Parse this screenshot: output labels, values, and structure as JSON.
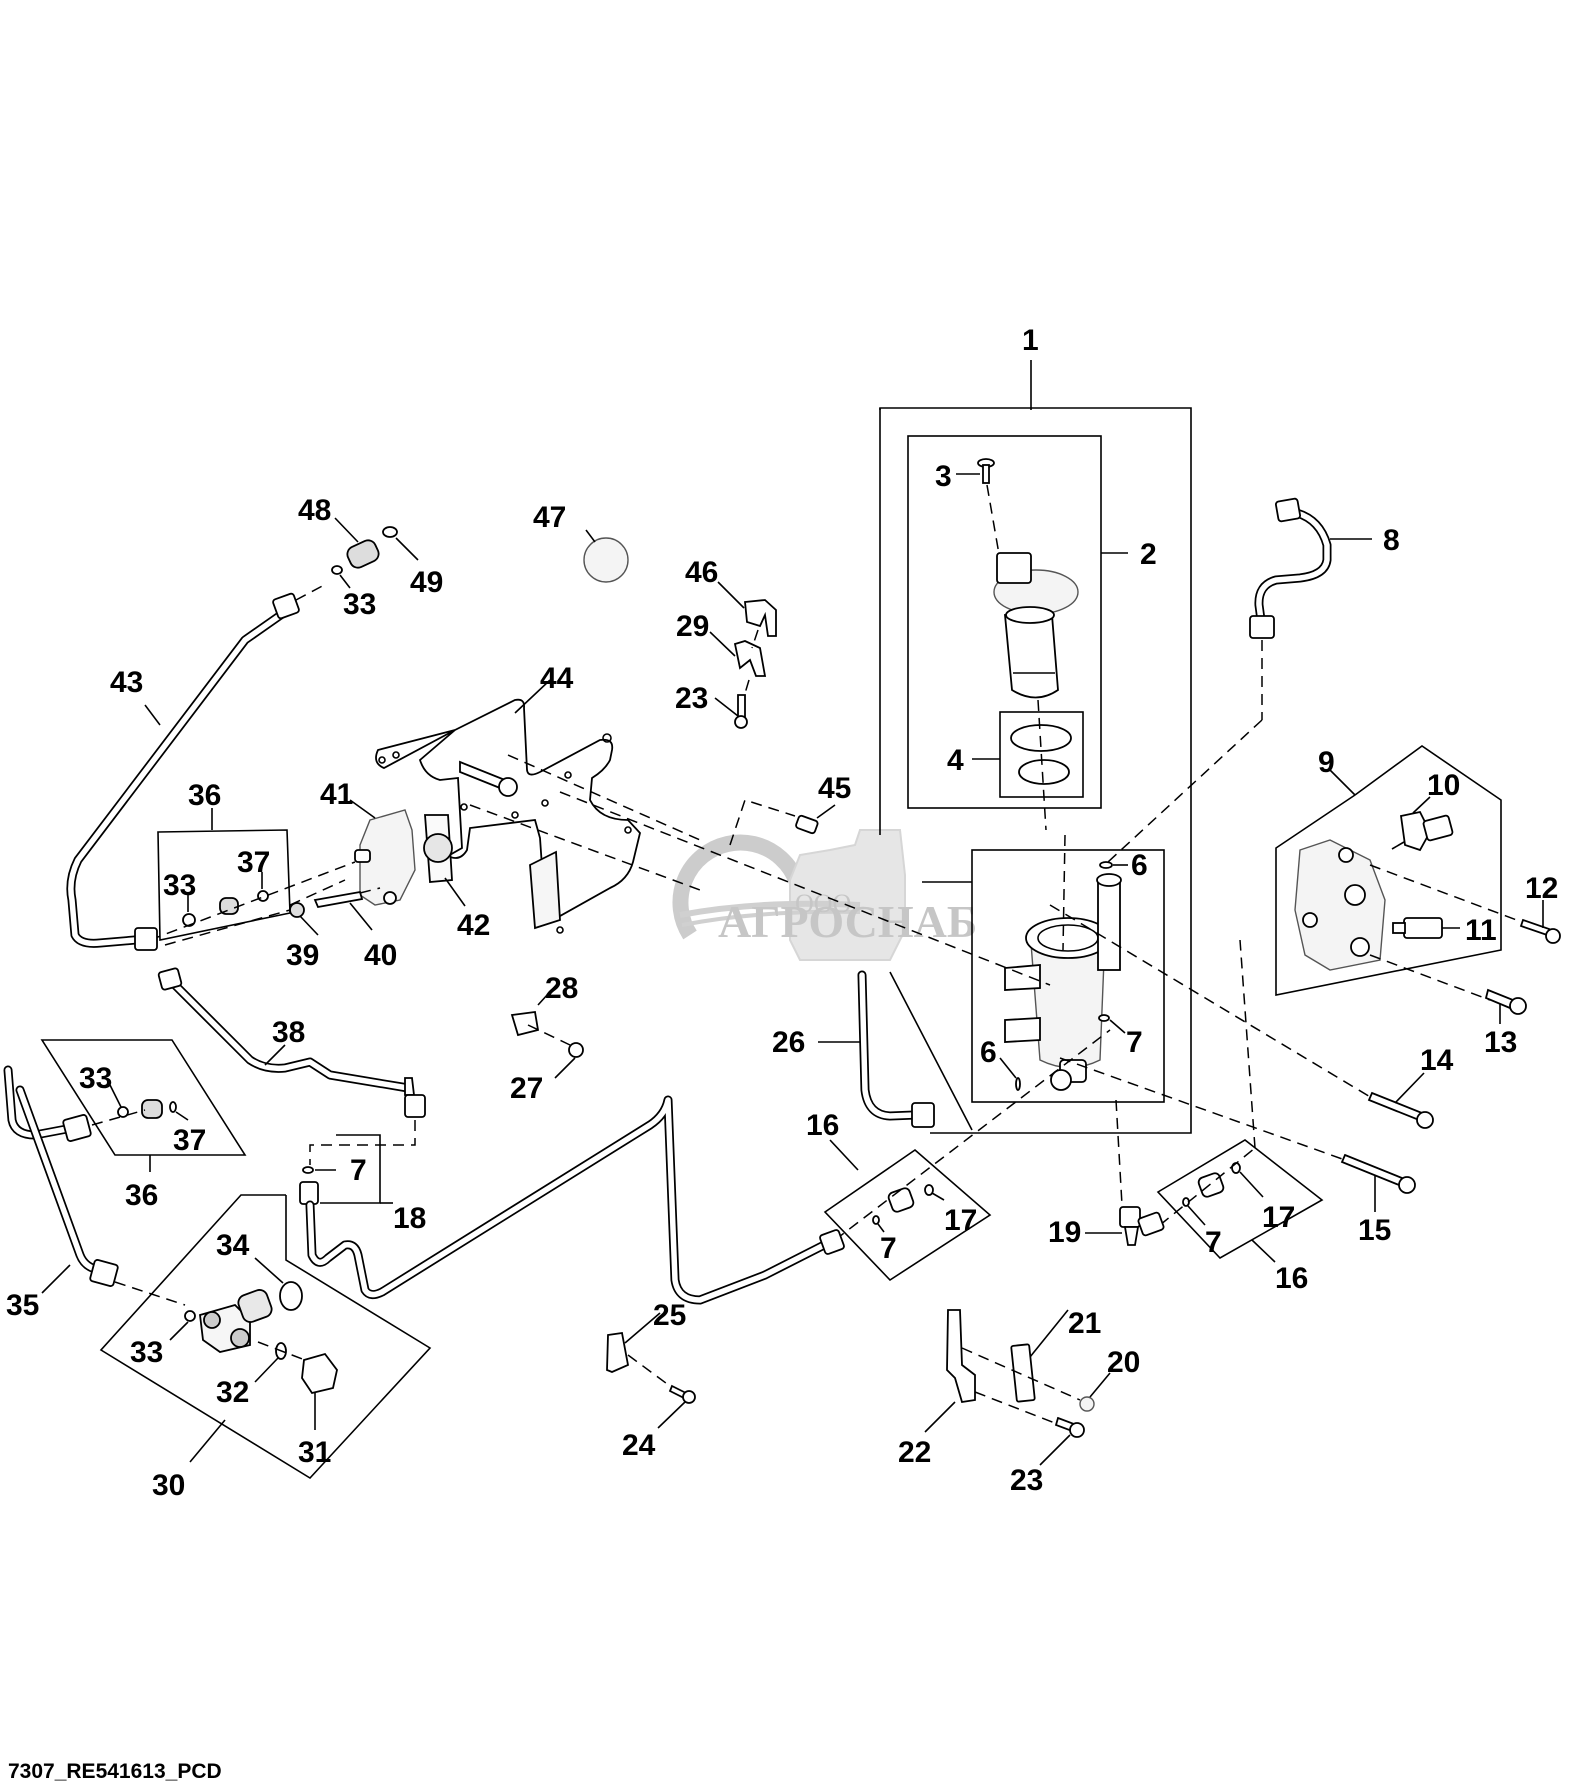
{
  "drawing_code": "7307_RE541613_PCD",
  "watermark": {
    "prefix": "ООО",
    "name": "АГРОСНАБ",
    "color": "#bdbdbd"
  },
  "callouts": {
    "c1": "1",
    "c2": "2",
    "c3": "3",
    "c4": "4",
    "c6a": "6",
    "c6b": "6",
    "c7a": "7",
    "c7b": "7",
    "c7c": "7",
    "c7d": "7",
    "c8": "8",
    "c9": "9",
    "c10": "10",
    "c11": "11",
    "c12": "12",
    "c13": "13",
    "c14": "14",
    "c15": "15",
    "c16a": "16",
    "c16b": "16",
    "c17a": "17",
    "c17b": "17",
    "c18": "18",
    "c19": "19",
    "c20": "20",
    "c21": "21",
    "c22": "22",
    "c23a": "23",
    "c23b": "23",
    "c24": "24",
    "c25": "25",
    "c26": "26",
    "c27": "27",
    "c28": "28",
    "c29": "29",
    "c30": "30",
    "c31": "31",
    "c32": "32",
    "c33a": "33",
    "c33b": "33",
    "c33c": "33",
    "c33d": "33",
    "c34": "34",
    "c35": "35",
    "c36a": "36",
    "c36b": "36",
    "c37a": "37",
    "c37b": "37",
    "c38": "38",
    "c39": "39",
    "c40": "40",
    "c41": "41",
    "c42": "42",
    "c43": "43",
    "c44": "44",
    "c45": "45",
    "c46": "46",
    "c47": "47",
    "c48": "48",
    "c49": "49"
  }
}
